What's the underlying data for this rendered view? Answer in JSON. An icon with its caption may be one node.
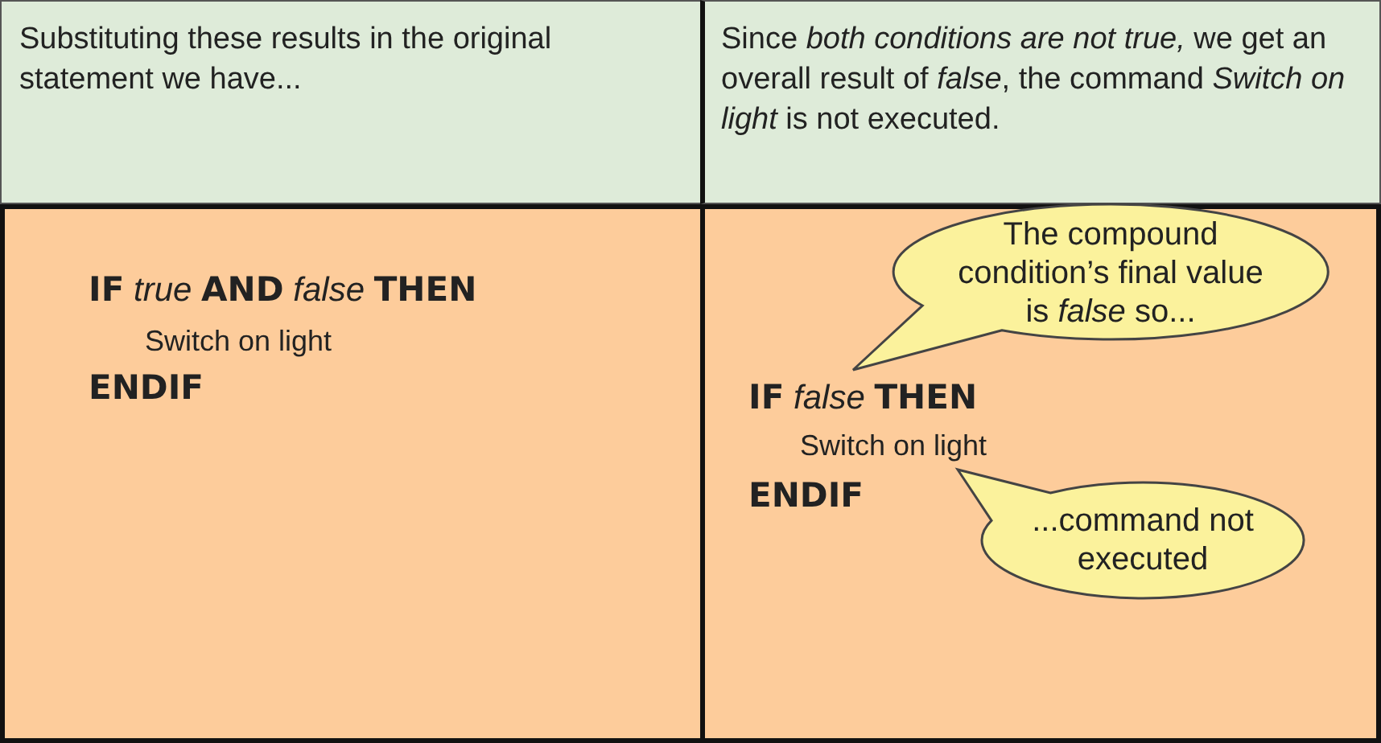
{
  "diagram": {
    "nodes": [
      {
        "text": [
          "The compound condition’s final value is *false* so..."
        ]
      },
      {
        "text": [
          "...command not executed"
        ]
      }
    ],
    "labels": [
      "Substituting these results in the original statement we have...",
      "Since *both conditions are not true,* we get an overall result of *false*, the command *Switch on light* is not executed.",
      "**IF** *true* **AND** *false* **THEN**",
      "Switch on light",
      "**ENDIF**",
      "**IF** *false* **THEN**",
      "Switch on light",
      "**ENDIF**"
    ]
  }
}
